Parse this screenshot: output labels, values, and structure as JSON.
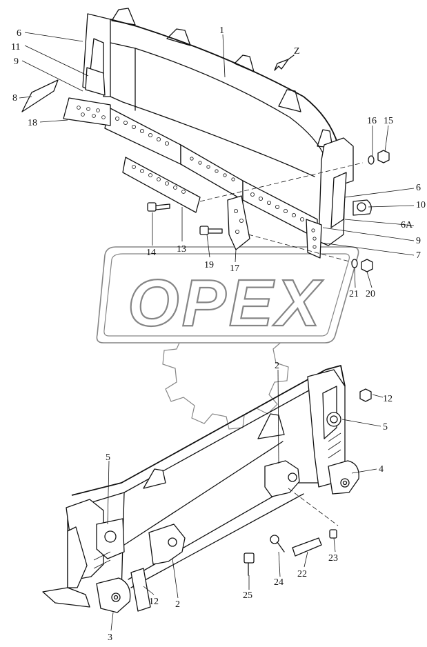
{
  "watermark": {
    "text": "OPEX"
  },
  "view_marker": {
    "text": "Z"
  },
  "callouts": {
    "c1": "1",
    "c6_top": "6",
    "c11": "11",
    "c9_top": "9",
    "c8": "8",
    "c18": "18",
    "c16": "16",
    "c15": "15",
    "c6_right": "6",
    "c10": "10",
    "c6A": "6A",
    "c9_right": "9",
    "c7": "7",
    "c14": "14",
    "c13": "13",
    "c19": "19",
    "c17": "17",
    "c21": "21",
    "c20": "20",
    "c2_top": "2",
    "c12_right": "12",
    "c5_right": "5",
    "c4": "4",
    "c5_left": "5",
    "c23": "23",
    "c22": "22",
    "c24": "24",
    "c25": "25",
    "c12_bottom": "12",
    "c2_bottom": "2",
    "c3": "3"
  }
}
